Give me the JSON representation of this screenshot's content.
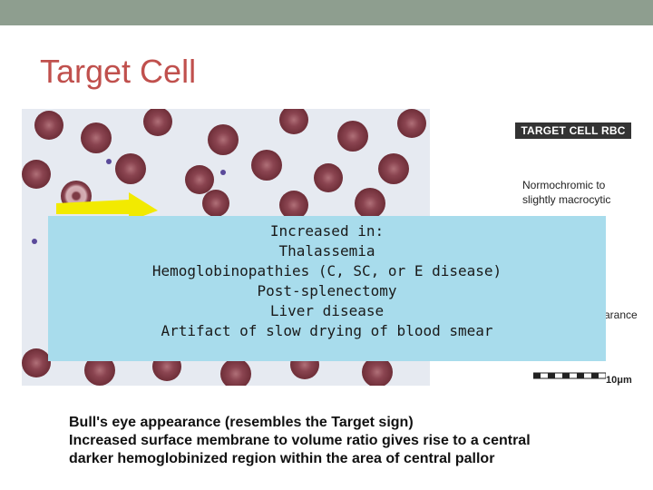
{
  "slide": {
    "title": "Target Cell",
    "figure": {
      "header": "TARGET CELL RBC",
      "side_text": [
        "Normochromic to",
        "slightly macrocytic"
      ],
      "side_text_partial": "arance",
      "scale_label": "10μm"
    },
    "overlay": {
      "lines": [
        "Increased in:",
        "Thalassemia",
        "Hemoglobinopathies (C, SC, or E disease)",
        "Post-splenectomy",
        "Liver disease",
        "Artifact of slow drying of blood smear"
      ]
    },
    "caption": {
      "lines": [
        "Bull's eye appearance (resembles the Target sign)",
        "Increased surface membrane to volume ratio gives rise to a central",
        "darker hemoglobinized region within the area of central pallor"
      ]
    }
  },
  "colors": {
    "top_bar": "#8e9e8f",
    "title": "#c0504d",
    "overlay_bg": "#a8dcec",
    "rbc": "#8a3f4a",
    "arrow": "#f2ea00"
  }
}
